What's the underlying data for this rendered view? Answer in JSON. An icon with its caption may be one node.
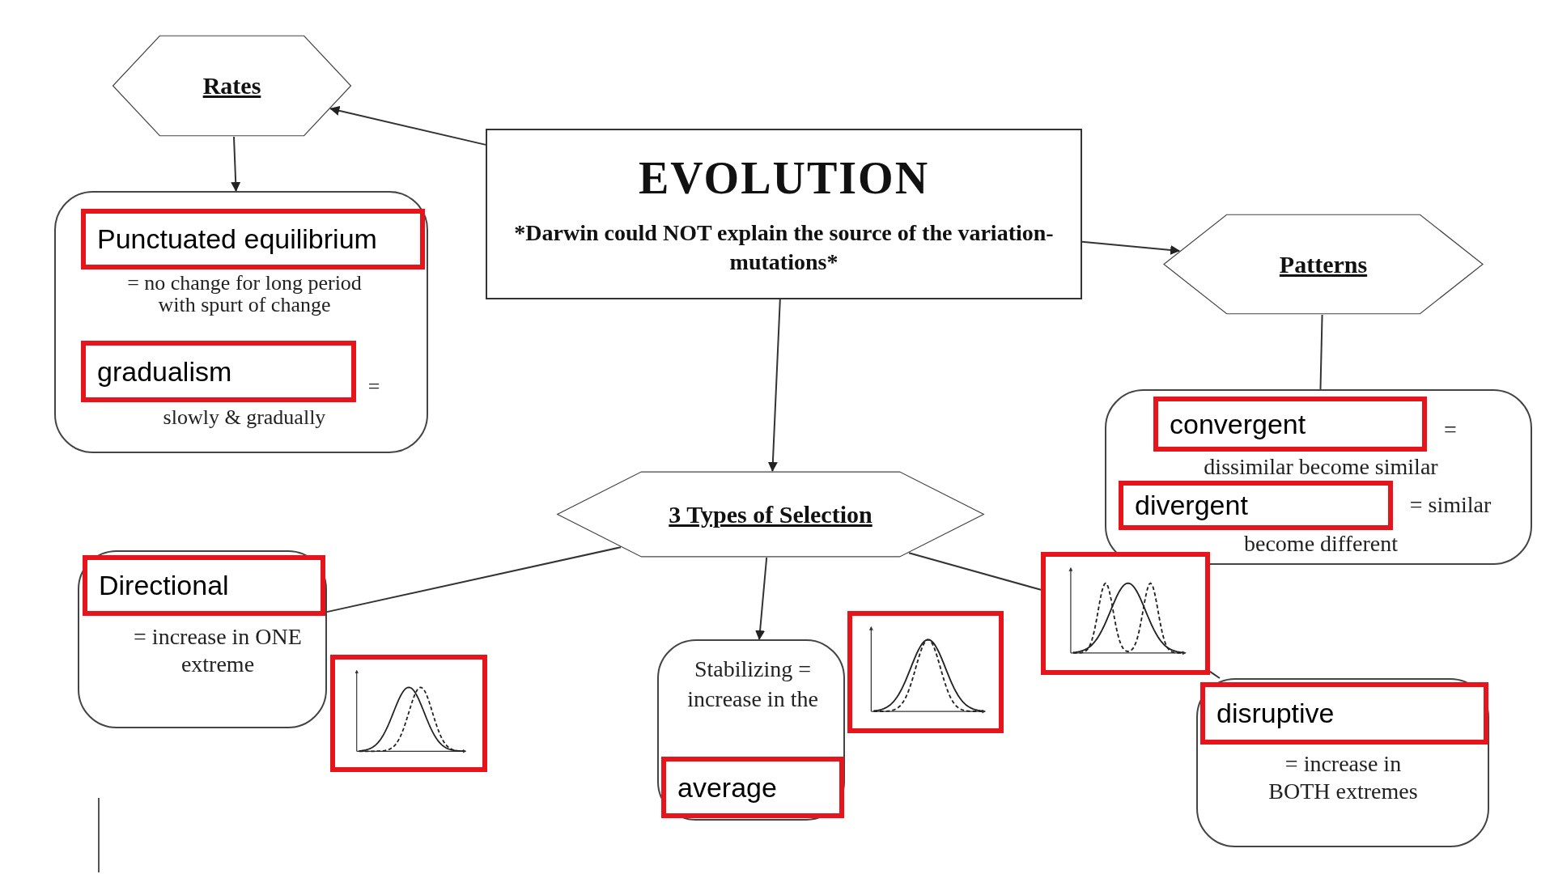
{
  "diagram": {
    "nodes": [
      {
        "text": [
          "EVOLUTION",
          "*Darwin could NOT explain the source of the variation-mutations*"
        ]
      },
      {
        "text": [
          "Rates"
        ]
      },
      {
        "text": [
          "= no change for long period with spurt of change",
          "=",
          "slowly & gradually"
        ]
      },
      {
        "text": [
          "Punctuated equilibrium"
        ],
        "in": 2
      },
      {
        "text": [
          "gradualism"
        ],
        "in": 2
      },
      {
        "text": [
          "Patterns"
        ]
      },
      {
        "text": [
          "=",
          "dissimilar become similar",
          "= similar",
          "become different"
        ]
      },
      {
        "text": [
          "convergent"
        ],
        "in": 6
      },
      {
        "text": [
          "divergent"
        ],
        "in": 6
      },
      {
        "text": [
          "3 Types of Selection"
        ]
      },
      {
        "text": [
          "= increase in ONE extreme"
        ]
      },
      {
        "text": [
          "Directional"
        ],
        "in": 10
      },
      {
        "text": [],
        "shape": "picture"
      },
      {
        "text": [
          "Stabilizing = increase in the"
        ]
      },
      {
        "text": [],
        "shape": "picture"
      },
      {
        "text": [
          "average"
        ],
        "in": 13
      },
      {
        "text": [],
        "shape": "picture"
      },
      {
        "text": [
          "= increase in BOTH extremes"
        ]
      },
      {
        "text": [
          "disruptive"
        ],
        "in": 17
      }
    ],
    "edges": [
      {
        "from": 0,
        "to": 1,
        "arrow": "to"
      },
      {
        "from": 1,
        "to": 2,
        "arrow": "to"
      },
      {
        "from": 0,
        "to": 5,
        "arrow": "to"
      },
      {
        "from": 5,
        "to": 6,
        "arrow": "none"
      },
      {
        "from": 0,
        "to": 9,
        "arrow": "to"
      },
      {
        "from": 9,
        "to": 10,
        "arrow": "none"
      },
      {
        "from": 9,
        "to": 13,
        "arrow": "to"
      },
      {
        "from": 9,
        "to": 16,
        "arrow": "none"
      },
      {
        "from": 16,
        "to": 17,
        "arrow": "none"
      }
    ]
  }
}
